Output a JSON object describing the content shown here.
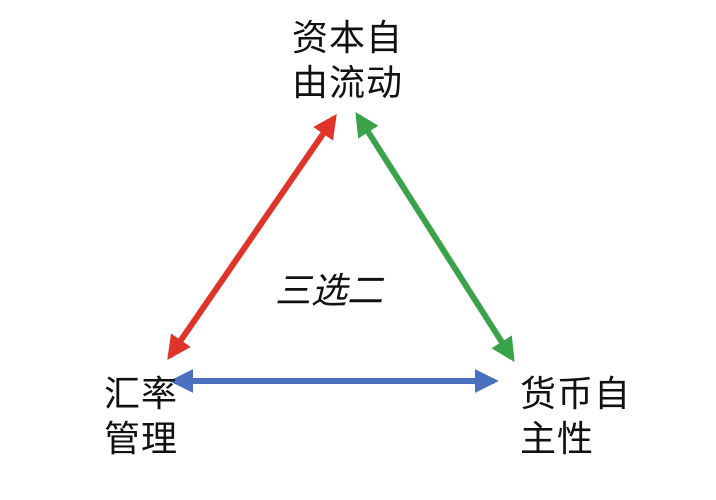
{
  "diagram": {
    "nodes": {
      "top": {
        "line1": "资本自",
        "line2": "由流动"
      },
      "left": {
        "line1": "汇率",
        "line2": "管理"
      },
      "right": {
        "line1": "货币自",
        "line2": "主性"
      }
    },
    "center": "三选二",
    "edges": [
      {
        "from": "top",
        "to": "left",
        "color": "#e0332a",
        "bidirectional": true
      },
      {
        "from": "top",
        "to": "right",
        "color": "#3aa34a",
        "bidirectional": true
      },
      {
        "from": "left",
        "to": "right",
        "color": "#4a70c0",
        "bidirectional": true
      }
    ]
  }
}
